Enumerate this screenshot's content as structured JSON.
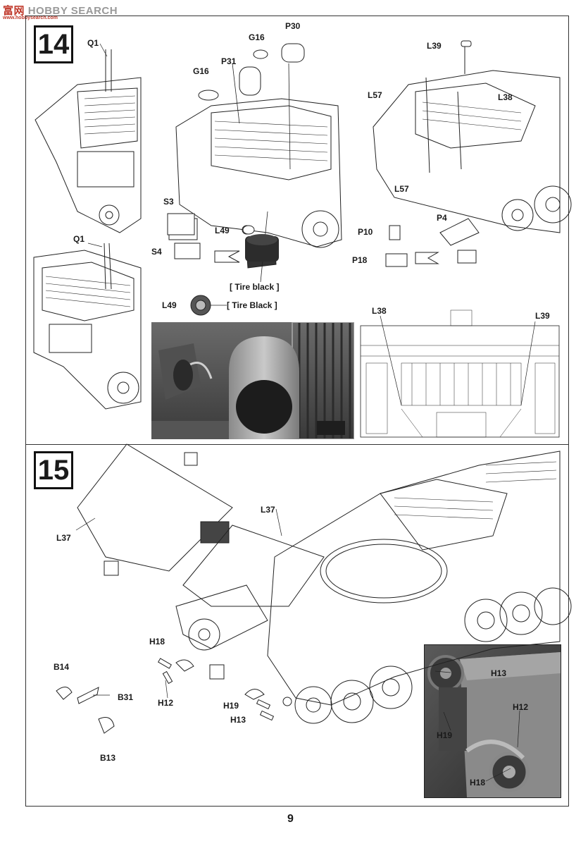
{
  "watermark": {
    "brand_cn": "富网",
    "brand_en": "HOBBY SEARCH",
    "url": "www.hobbysearch.com"
  },
  "steps": [
    {
      "number": "14",
      "callouts": [
        "Q1",
        "G16",
        "P30",
        "P31",
        "G16",
        "L39",
        "L57",
        "L38",
        "L57",
        "S3",
        "L49",
        "S4",
        "P10",
        "P18",
        "P4",
        "Q1",
        "L49",
        "L38",
        "L39"
      ],
      "notes": [
        "[ Tire black ]",
        "[ Tire Black ]"
      ]
    },
    {
      "number": "15",
      "callouts": [
        "L37",
        "L37",
        "H18",
        "H12",
        "B14",
        "B31",
        "B13",
        "H19",
        "H13",
        "H13",
        "H19",
        "H12",
        "H18"
      ]
    }
  ],
  "page_number": "9"
}
